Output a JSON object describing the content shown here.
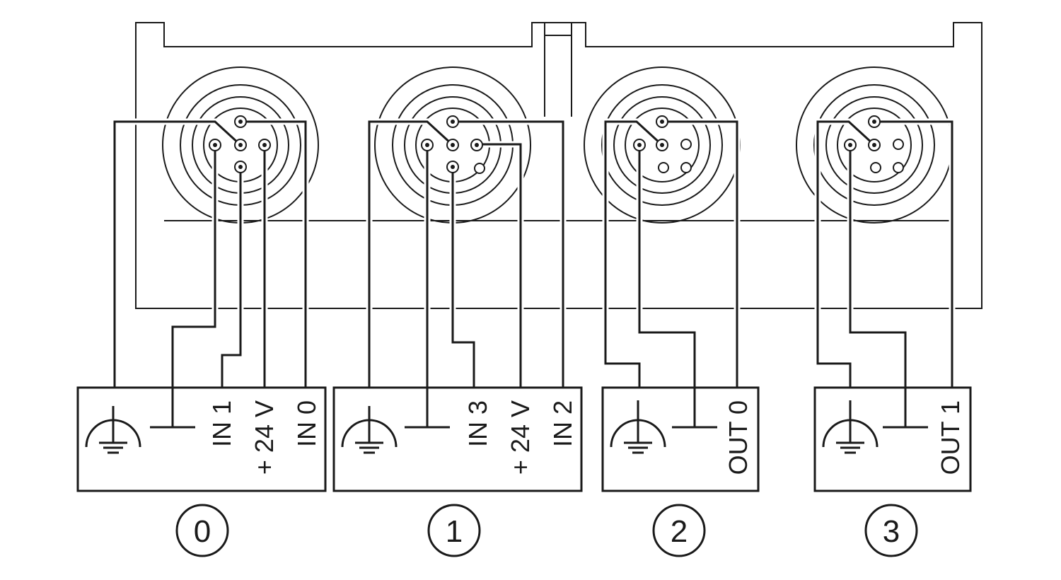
{
  "ports": [
    {
      "number": "0",
      "terminals": [
        "IN 1",
        "+ 24 V",
        "IN 0"
      ]
    },
    {
      "number": "1",
      "terminals": [
        "IN 3",
        "+ 24 V",
        "IN 2"
      ]
    },
    {
      "number": "2",
      "terminals": [
        "OUT 0"
      ]
    },
    {
      "number": "3",
      "terminals": [
        "OUT 1"
      ]
    }
  ],
  "symbols": [
    "protective-earth-icon",
    "ground-icon"
  ],
  "colors": {
    "line": "#1a1a1a",
    "background": "#ffffff"
  }
}
